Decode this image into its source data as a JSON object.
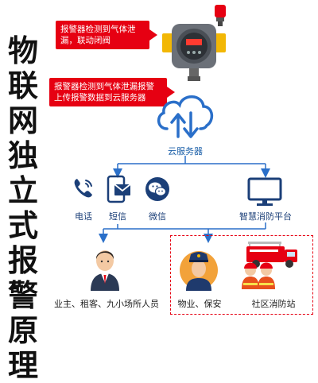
{
  "title_chars": [
    "物",
    "联",
    "网",
    "独",
    "立",
    "式",
    "报",
    "警",
    "原",
    "理"
  ],
  "callouts": {
    "first": "报警器检测到气体泄漏，联动闭阀",
    "second": "报警器检测到气体泄漏报警上传报警数据到云服务器"
  },
  "cloud_label": "云服务器",
  "channels": {
    "phone": "电话",
    "sms": "短信",
    "wechat": "微信",
    "platform": "智慧消防平台"
  },
  "recipients": {
    "owners": "业主、租客、九小场所人员",
    "security": "物业、保安",
    "fire_station": "社区消防站"
  },
  "colors": {
    "accent_red": "#e60012",
    "line_blue": "#2a6fc9",
    "icon_navy": "#1b3f78",
    "device_yellow": "#f2b705"
  }
}
